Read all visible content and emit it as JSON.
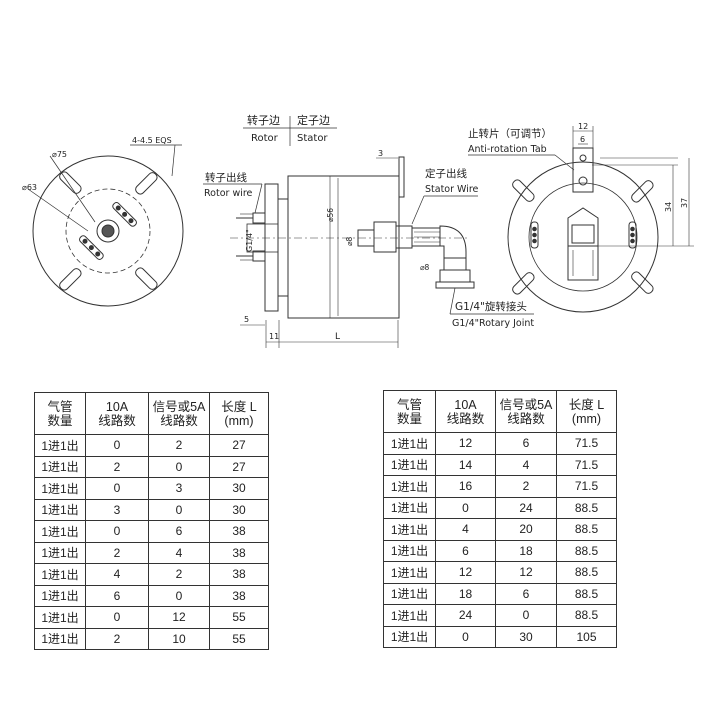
{
  "drawing": {
    "front_view": {
      "dim_outer": "⌀75",
      "dim_inner": "⌀63",
      "dim_holes": "4-4.5 EQS"
    },
    "side_view": {
      "rotor_side_cn": "转子边",
      "rotor_side_en": "Rotor",
      "stator_side_cn": "定子边",
      "stator_side_en": "Stator",
      "rotor_wire_cn": "转子出线",
      "rotor_wire_en": "Rotor wire",
      "stator_wire_cn": "定子出线",
      "stator_wire_en": "Stator Wire",
      "joint_cn": "G1/4\"旋转接头",
      "joint_en": "G1/4\"Rotary Joint",
      "dim_3": "3",
      "dim_5": "5",
      "dim_11": "11",
      "dim_L": "L",
      "dim_56": "⌀56",
      "dim_8a": "⌀8",
      "dim_8b": "⌀8",
      "dim_g14": "G1/4\""
    },
    "rear_view": {
      "tab_cn": "止转片（可调节）",
      "tab_en": "Anti-rotation Tab",
      "dim_12": "12",
      "dim_6": "6",
      "dim_34": "34",
      "dim_37": "37"
    }
  },
  "table_left": {
    "headers": [
      "气管\n数量",
      "10A\n线路数",
      "信号或5A\n线路数",
      "长度 L\n(mm)"
    ],
    "rows": [
      [
        "1进1出",
        "0",
        "2",
        "27"
      ],
      [
        "1进1出",
        "2",
        "0",
        "27"
      ],
      [
        "1进1出",
        "0",
        "3",
        "30"
      ],
      [
        "1进1出",
        "3",
        "0",
        "30"
      ],
      [
        "1进1出",
        "0",
        "6",
        "38"
      ],
      [
        "1进1出",
        "2",
        "4",
        "38"
      ],
      [
        "1进1出",
        "4",
        "2",
        "38"
      ],
      [
        "1进1出",
        "6",
        "0",
        "38"
      ],
      [
        "1进1出",
        "0",
        "12",
        "55"
      ],
      [
        "1进1出",
        "2",
        "10",
        "55"
      ]
    ]
  },
  "table_right": {
    "headers": [
      "气管\n数量",
      "10A\n线路数",
      "信号或5A\n线路数",
      "长度 L\n(mm)"
    ],
    "rows": [
      [
        "1进1出",
        "12",
        "6",
        "71.5"
      ],
      [
        "1进1出",
        "14",
        "4",
        "71.5"
      ],
      [
        "1进1出",
        "16",
        "2",
        "71.5"
      ],
      [
        "1进1出",
        "0",
        "24",
        "88.5"
      ],
      [
        "1进1出",
        "4",
        "20",
        "88.5"
      ],
      [
        "1进1出",
        "6",
        "18",
        "88.5"
      ],
      [
        "1进1出",
        "12",
        "12",
        "88.5"
      ],
      [
        "1进1出",
        "18",
        "6",
        "88.5"
      ],
      [
        "1进1出",
        "24",
        "0",
        "88.5"
      ],
      [
        "1进1出",
        "0",
        "30",
        "105"
      ]
    ]
  }
}
